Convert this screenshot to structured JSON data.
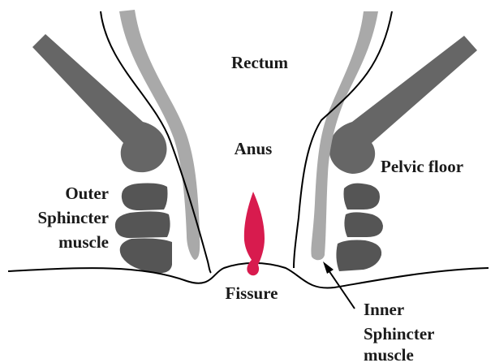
{
  "labels": {
    "rectum": "Rectum",
    "anus": "Anus",
    "pelvic_floor": "Pelvic floor",
    "outer_sphincter": [
      "Outer",
      "Sphincter",
      "muscle"
    ],
    "fissure": "Fissure",
    "inner_sphincter": [
      "Inner",
      "Sphincter",
      "muscle"
    ]
  },
  "colors": {
    "outline": "#000000",
    "pelvic_floor_muscle": "#666666",
    "outer_sphincter_muscle": "#555555",
    "inner_sphincter_muscle": "#a9a9a9",
    "fissure": "#d81b4e"
  }
}
